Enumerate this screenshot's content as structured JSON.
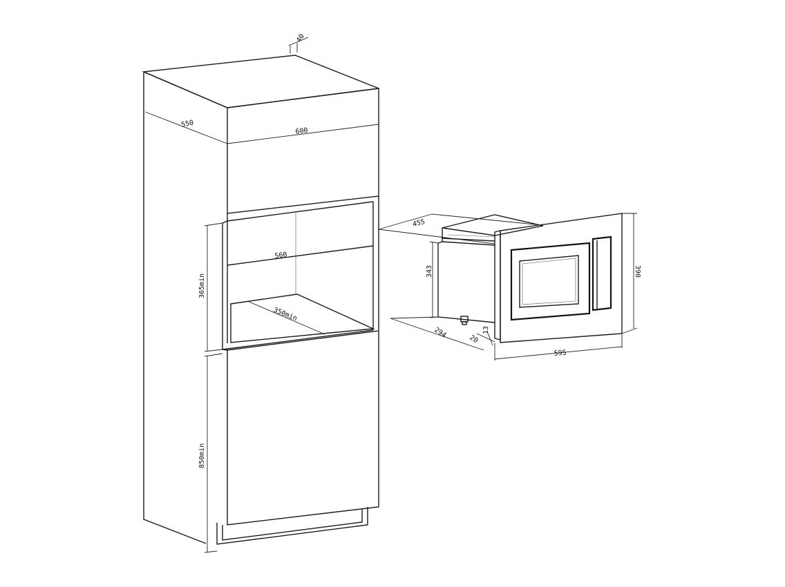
{
  "cabinet": {
    "top_thickness": "40",
    "depth": "550",
    "width": "600",
    "niche_width": "560",
    "niche_height": "365min",
    "niche_depth": "350min",
    "base_height": "850min"
  },
  "appliance": {
    "depth": "455",
    "body_height": "343",
    "body_depth": "294",
    "frame_offset": "20",
    "frame_thickness": "13",
    "frame_width": "595",
    "frame_height": "390"
  }
}
